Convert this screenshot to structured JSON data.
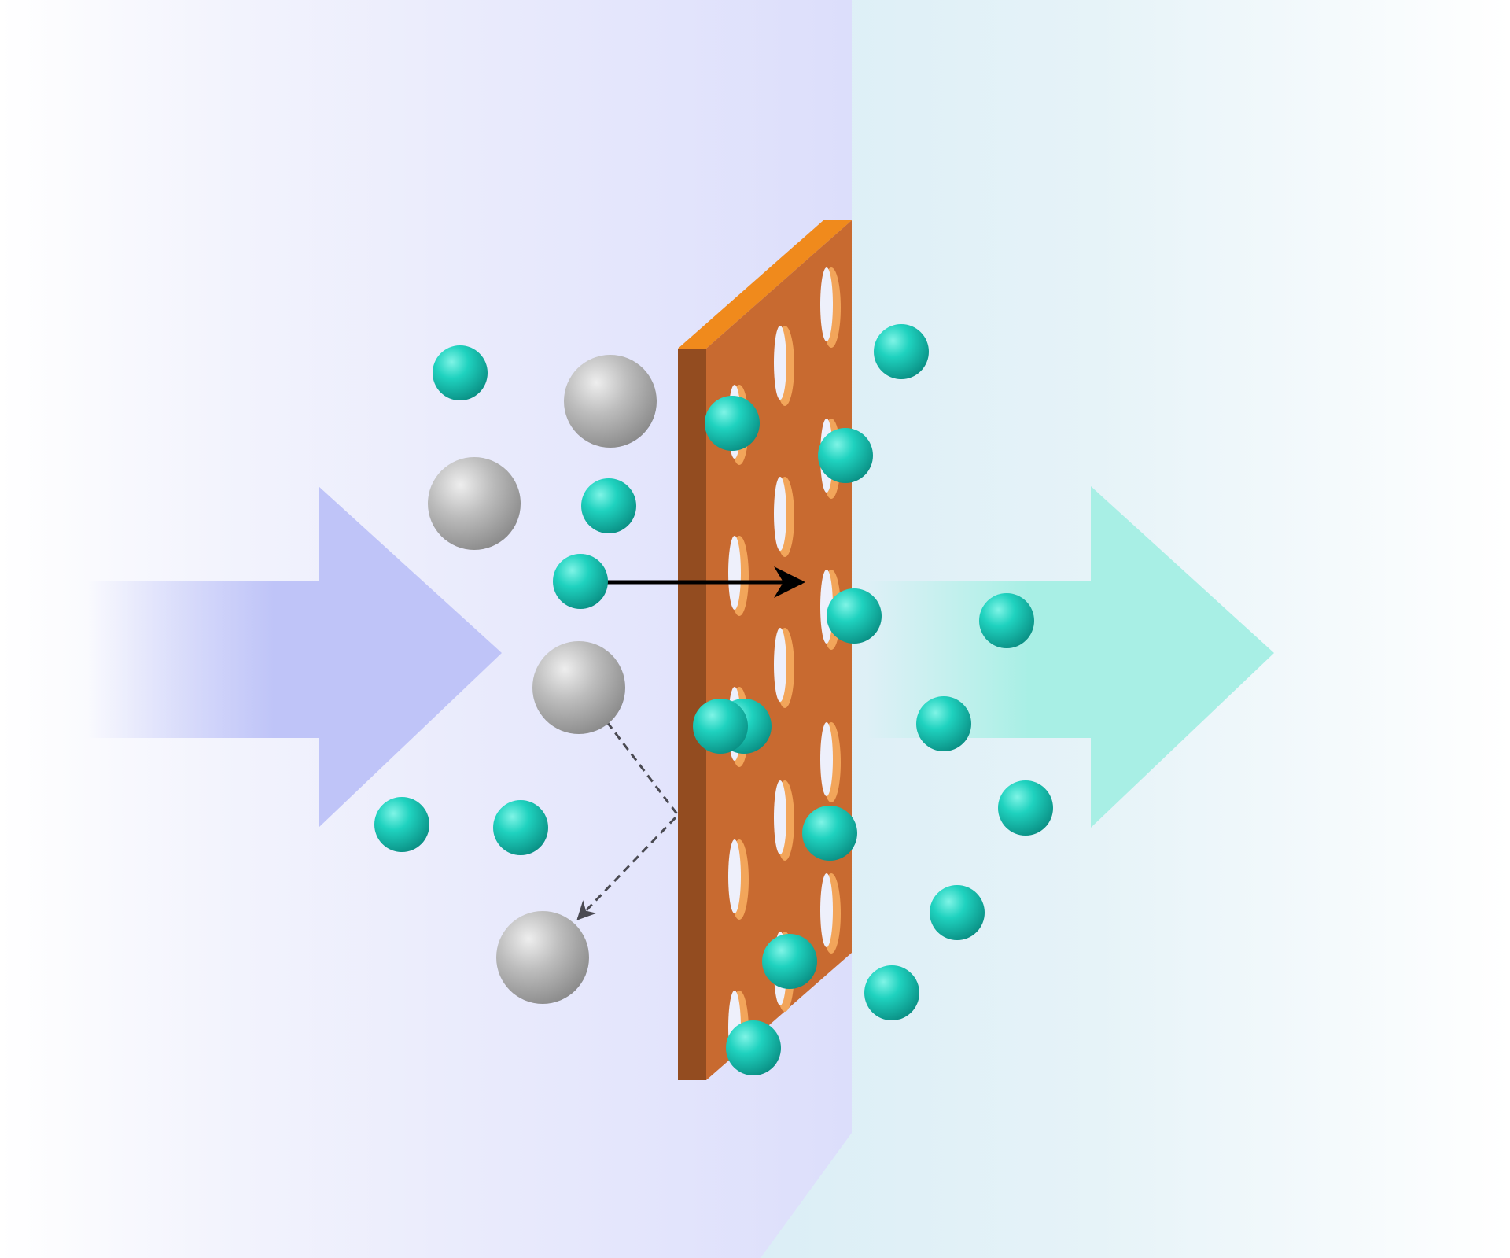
{
  "diagram": {
    "type": "membrane-filtration",
    "flow_direction": "left-to-right",
    "membrane": {
      "pore_shape": "ellipse"
    },
    "particles": {
      "small": {
        "name": "small-particle",
        "count": 20,
        "color": "#17c9b7",
        "passes_membrane": true
      },
      "large": {
        "name": "large-particle",
        "count": 4,
        "color": "#b8b8b8",
        "passes_membrane": false
      }
    },
    "paths": {
      "pass_through": {
        "style": "solid",
        "color": "#000000"
      },
      "rejection": {
        "style": "dashed",
        "color": "#4a4a52"
      }
    },
    "colors": {
      "feed_side": "#dcdefb",
      "permeate_side": "#dbeef6",
      "feed_arrow": "#bfc4f8",
      "permeate_arrow": "#a8efe5",
      "membrane_face": "#c86a30",
      "membrane_top": "#f08a1c",
      "membrane_side": "#934c20",
      "pore_rim": "#f2a55a"
    }
  }
}
